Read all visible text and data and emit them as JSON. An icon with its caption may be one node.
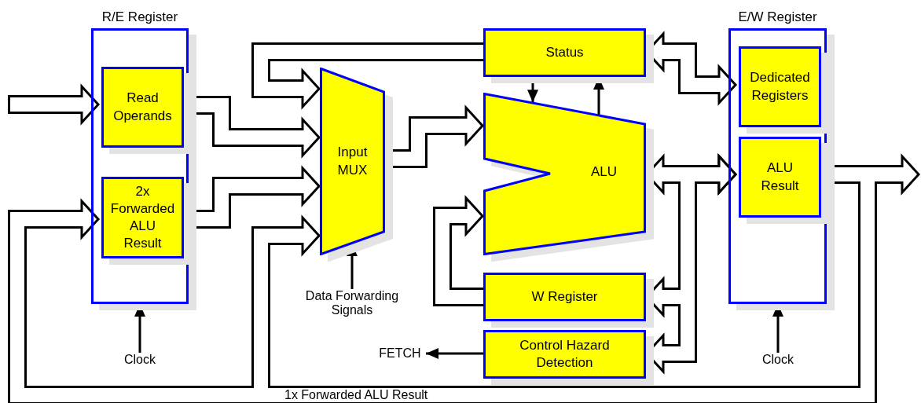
{
  "diagram": {
    "nodes": [
      {
        "text": [
          "R/E Register"
        ]
      },
      {
        "text": [
          "Read Operands"
        ],
        "in": 0
      },
      {
        "text": [
          "2x Forwarded ALU Result"
        ],
        "in": 0
      },
      {
        "text": [
          "Input MUX"
        ]
      },
      {
        "text": [
          "Status"
        ]
      },
      {
        "text": [
          "ALU"
        ]
      },
      {
        "text": [
          "W Register"
        ]
      },
      {
        "text": [
          "Control Hazard Detection"
        ]
      },
      {
        "text": [
          "E/W Register"
        ]
      },
      {
        "text": [
          "Dedicated Registers"
        ],
        "in": 8
      },
      {
        "text": [
          "ALU Result"
        ],
        "in": 8
      },
      {
        "text": [
          "Clock"
        ]
      },
      {
        "text": [
          "Data Forwarding Signals"
        ]
      },
      {
        "text": [
          "FETCH"
        ]
      },
      {
        "text": [
          "Clock"
        ]
      }
    ],
    "edges": [
      {
        "from": null,
        "to": 1,
        "arrow": "to"
      },
      {
        "from": 4,
        "to": 3,
        "arrow": "to"
      },
      {
        "from": 1,
        "to": 3,
        "arrow": "to"
      },
      {
        "from": 2,
        "to": 3,
        "arrow": "to"
      },
      {
        "from": 10,
        "to": 3,
        "arrow": "to",
        "label": "1x Forwarded ALU Result"
      },
      {
        "from": 10,
        "to": 2,
        "arrow": "to"
      },
      {
        "from": 10,
        "to": null,
        "arrow": "to"
      },
      {
        "from": 3,
        "to": 5,
        "arrow": "to"
      },
      {
        "from": 6,
        "to": 5,
        "arrow": "to"
      },
      {
        "from": 4,
        "to": 9,
        "arrow": "both"
      },
      {
        "from": 5,
        "to": 10,
        "arrow": "both"
      },
      {
        "from": 6,
        "to": 10,
        "arrow": "both"
      },
      {
        "from": 7,
        "to": 10,
        "arrow": "both"
      },
      {
        "from": 11,
        "to": 0,
        "arrow": "to"
      },
      {
        "from": 12,
        "to": 3,
        "arrow": "to"
      },
      {
        "from": 4,
        "to": 5,
        "arrow": "to"
      },
      {
        "from": 5,
        "to": 4,
        "arrow": "to"
      },
      {
        "from": 7,
        "to": 13,
        "arrow": "to"
      },
      {
        "from": 14,
        "to": 8,
        "arrow": "to"
      }
    ]
  }
}
